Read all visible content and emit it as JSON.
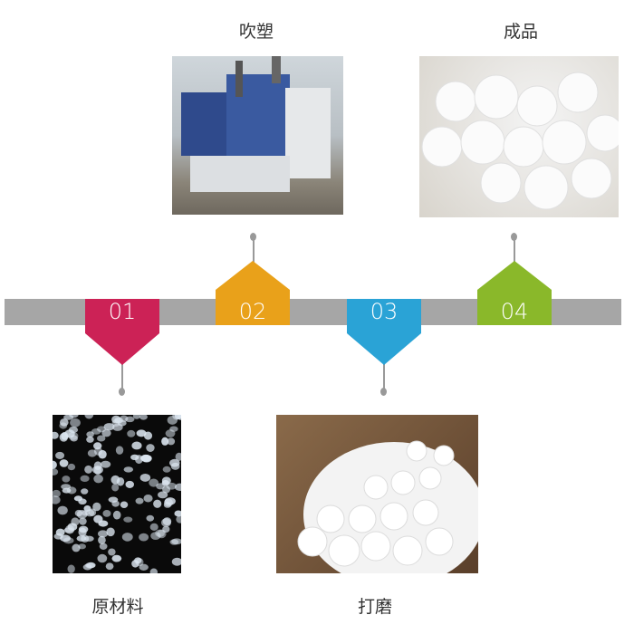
{
  "title_labels": {
    "blow_molding": "吹塑",
    "finished": "成品",
    "raw_material": "原材料",
    "grinding": "打磨"
  },
  "steps": [
    {
      "number": "01",
      "color": "#cc2256"
    },
    {
      "number": "02",
      "color": "#e9a11a"
    },
    {
      "number": "03",
      "color": "#2aa3d6"
    },
    {
      "number": "04",
      "color": "#8ab82a"
    }
  ],
  "timeline_color": "#a6a6a6"
}
